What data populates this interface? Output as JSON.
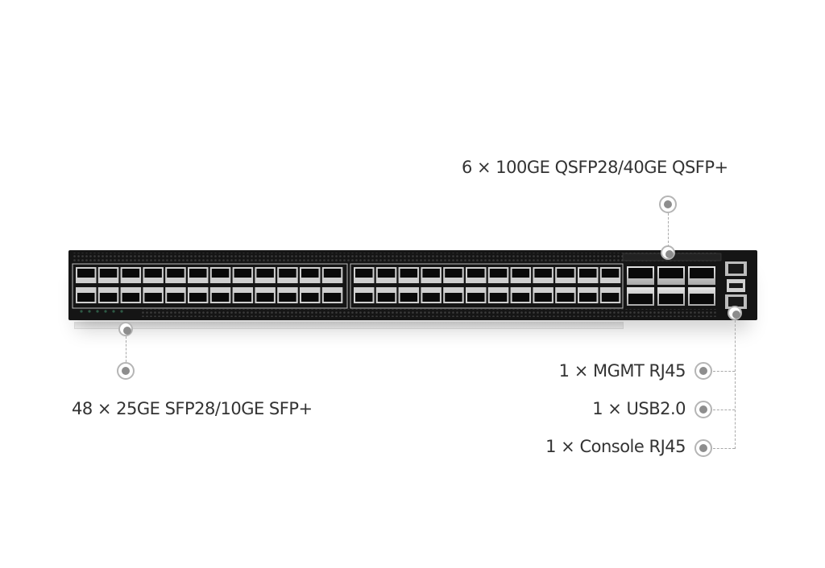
{
  "labels": {
    "qsfp": "6 × 100GE  QSFP28/40GE QSFP+",
    "sfp": "48 × 25GE  SFP28/10GE SFP+",
    "mgmt": "1 × MGMT RJ45",
    "usb": "1 × USB2.0",
    "console": "1 × Console RJ45"
  },
  "ports": {
    "sfp_count": 48,
    "qsfp_count": 6,
    "mgmt_count": 1,
    "usb_count": 1,
    "console_count": 1
  },
  "colors": {
    "chassis": "#151515",
    "port_cage": "#cfcfcf",
    "port_opening": "#0a0a0a",
    "label_text": "#333333",
    "callout_dot": "#8d8d8d"
  }
}
